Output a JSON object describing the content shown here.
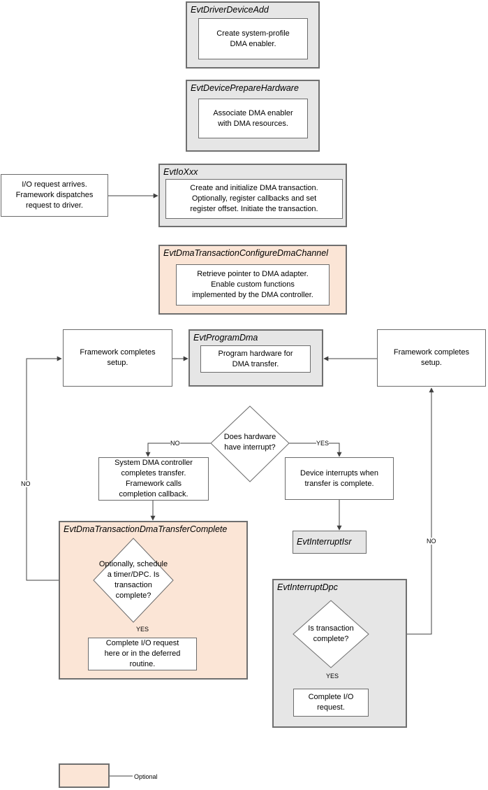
{
  "stages": {
    "driver_device_add": {
      "title": "EvtDriverDeviceAdd",
      "text": "Create system-profile\nDMA enabler."
    },
    "device_prepare_hardware": {
      "title": "EvtDevicePrepareHardware",
      "text": "Associate DMA enabler\nwith DMA resources."
    },
    "io_xxx": {
      "title": "EvtIoXxx",
      "text": "Create and initialize DMA transaction.\nOptionally, register callbacks and set\nregister offset. Initiate the transaction."
    },
    "configure_dma_channel": {
      "title": "EvtDmaTransactionConfigureDmaChannel",
      "text": "Retrieve pointer to DMA adapter.\nEnable custom functions\nimplemented by the DMA controller."
    },
    "program_dma": {
      "title": "EvtProgramDma",
      "text": "Program hardware for\nDMA transfer."
    },
    "transfer_complete": {
      "title": "EvtDmaTransactionDmaTransferComplete",
      "decision": "Optionally, schedule\na timer/DPC.  Is\ntransaction\ncomplete?",
      "action": "Complete I/O request\nhere or in the deferred\nroutine."
    },
    "interrupt_isr": {
      "title": "EvtInterruptIsr"
    },
    "interrupt_dpc": {
      "title": "EvtInterruptDpc",
      "decision": "Is transaction\ncomplete?",
      "action": "Complete I/O\nrequest."
    }
  },
  "nodes": {
    "io_request": "I/O request arrives.\nFramework dispatches\nrequest to driver.",
    "fw_setup_left": "Framework completes\nsetup.",
    "fw_setup_right": "Framework completes\nsetup.",
    "hw_interrupt_decision": "Does hardware\nhave interrupt?",
    "system_dma": "System DMA controller\ncompletes transfer.\nFramework calls\ncompletion callback.",
    "device_interrupts": "Device interrupts when\ntransfer is complete."
  },
  "labels": {
    "no_left_branch": "NO",
    "yes_right_branch": "YES",
    "no_left_loop": "NO",
    "yes_transfer": "YES",
    "no_right_loop": "NO",
    "yes_dpc": "YES"
  },
  "legend": {
    "label": "Optional",
    "color": "#fbe5d6"
  },
  "colors": {
    "stage_fill": "#e6e6e6",
    "optional_fill": "#fbe5d6",
    "border": "#6b6b6b",
    "line": "#404040"
  }
}
